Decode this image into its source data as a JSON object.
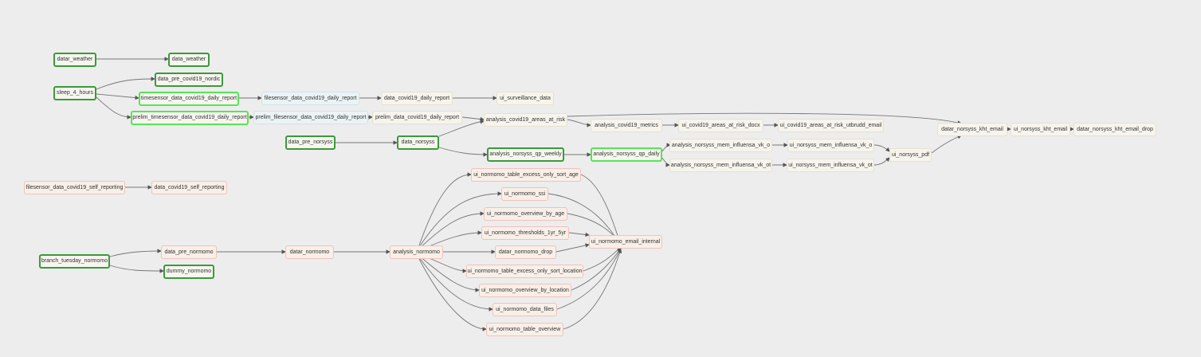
{
  "graph": {
    "status_colors": {
      "success": "#3a9a3a",
      "running": "#55e655",
      "upstream_failed": "#f0c2bb",
      "sensor": "#cfe3ec",
      "no_status": "#e6e1cf"
    },
    "nodes": {
      "datar_weather": "datar_weather",
      "data_weather": "data_weather",
      "sleep_4_hours": "sleep_4_hours",
      "data_pre_covid19_nordic": "data_pre_covid19_nordic",
      "timesensor_data_covid19_daily_report": "timesensor_data_covid19_daily_report",
      "filesensor_data_covid19_daily_report": "filesensor_data_covid19_daily_report",
      "data_covid19_daily_report": "data_covid19_daily_report",
      "ui_surveillance_data": "ui_surveillance_data",
      "prelim_timesensor_data_covid19_daily_report": "prelim_timesensor_data_covid19_daily_report",
      "prelim_filesensor_data_covid19_daily_report": "prelim_filesensor_data_covid19_daily_report",
      "prelim_data_covid19_daily_report": "prelim_data_covid19_daily_report",
      "analysis_covid19_areas_at_risk": "analysis_covid19_areas_at_risk",
      "analysis_covid19_metrics": "analysis_covid19_metrics",
      "ui_covid19_areas_at_risk_docx": "ui_covid19_areas_at_risk_docx",
      "ui_covid19_areas_at_risk_utbrudd_email": "ui_covid19_areas_at_risk_utbrudd_email",
      "datar_norsyss_kht_email": "datar_norsyss_kht_email",
      "ui_norsyss_kht_email": "ui_norsyss_kht_email",
      "datar_norsyss_kht_email_drop": "datar_norsyss_kht_email_drop",
      "data_pre_norsyss": "data_pre_norsyss",
      "data_norsyss": "data_norsyss",
      "analysis_norsyss_qp_weekly": "analysis_norsyss_qp_weekly",
      "analysis_norsyss_qp_daily": "analysis_norsyss_qp_daily",
      "analysis_norsyss_mem_influensa_vk_o": "analysis_norsyss_mem_influensa_vk_o",
      "analysis_norsyss_mem_influensa_vk_ot": "analysis_norsyss_mem_influensa_vk_ot",
      "ui_norsyss_mem_influensa_vk_o": "ui_norsyss_mem_influensa_vk_o",
      "ui_norsyss_mem_influensa_vk_ot": "ui_norsyss_mem_influensa_vk_ot",
      "ui_norsyss_pdf": "ui_norsyss_pdf",
      "filesensor_data_covid19_self_reporting": "filesensor_data_covid19_self_reporting",
      "data_covid19_self_reporting": "data_covid19_self_reporting",
      "branch_tuesday_normomo": "branch_tuesday_normomo",
      "data_pre_normomo": "data_pre_normomo",
      "dummy_normomo": "dummy_normomo",
      "datar_normomo": "datar_normomo",
      "analysis_normomo": "analysis_normomo",
      "ui_normomo_table_excess_only_sort_age": "ui_normomo_table_excess_only_sort_age",
      "ui_normomo_ssi": "ui_normomo_ssi",
      "ui_normomo_overview_by_age": "ui_normomo_overview_by_age",
      "ui_normomo_thresholds_1yr_5yr": "ui_normomo_thresholds_1yr_5yr",
      "datar_normomo_drop": "datar_normomo_drop",
      "ui_normomo_table_excess_only_sort_location": "ui_normomo_table_excess_only_sort_location",
      "ui_normomo_overview_by_location": "ui_normomo_overview_by_location",
      "ui_normomo_data_files": "ui_normomo_data_files",
      "ui_normomo_table_overview": "ui_normomo_table_overview",
      "ui_normomo_email_internal": "ui_normomo_email_internal"
    }
  }
}
